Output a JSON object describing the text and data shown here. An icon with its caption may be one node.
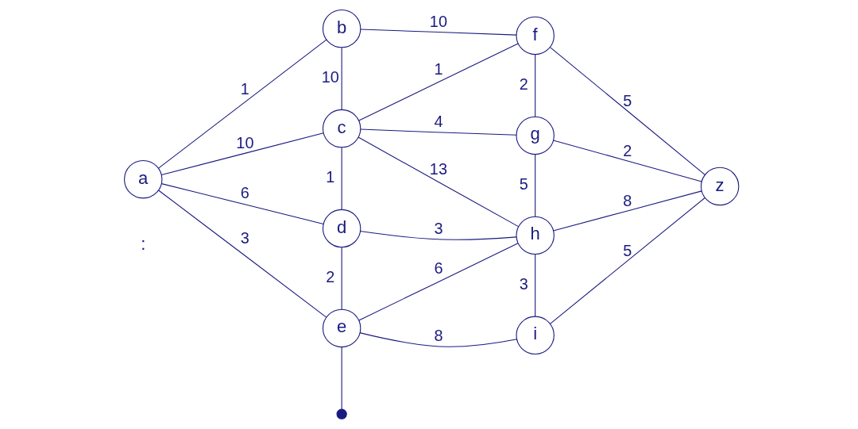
{
  "diagram": {
    "nodes": [
      {
        "text": [
          "a"
        ]
      },
      {
        "text": [
          "b"
        ]
      },
      {
        "text": [
          "c"
        ]
      },
      {
        "text": [
          "d"
        ]
      },
      {
        "text": [
          "e"
        ]
      },
      {
        "text": [
          "f"
        ]
      },
      {
        "text": [
          "g"
        ]
      },
      {
        "text": [
          "h"
        ]
      },
      {
        "text": [
          "i"
        ]
      },
      {
        "text": [
          "z"
        ]
      },
      {
        "text": [],
        "shape": "circle"
      }
    ],
    "edges": [
      {
        "from": 0,
        "to": 1,
        "arrow": "none",
        "label": "1"
      },
      {
        "from": 0,
        "to": 2,
        "arrow": "none",
        "label": "10"
      },
      {
        "from": 0,
        "to": 3,
        "arrow": "none",
        "label": "6"
      },
      {
        "from": 0,
        "to": 4,
        "arrow": "none",
        "label": "3"
      },
      {
        "from": 1,
        "to": 2,
        "arrow": "none",
        "label": "10"
      },
      {
        "from": 1,
        "to": 5,
        "arrow": "none",
        "label": "10"
      },
      {
        "from": 2,
        "to": 5,
        "arrow": "none",
        "label": "1"
      },
      {
        "from": 2,
        "to": 6,
        "arrow": "none",
        "label": "4"
      },
      {
        "from": 2,
        "to": 3,
        "arrow": "none",
        "label": "1"
      },
      {
        "from": 2,
        "to": 7,
        "arrow": "none",
        "label": "13"
      },
      {
        "from": 3,
        "to": 7,
        "arrow": "none",
        "label": "3"
      },
      {
        "from": 3,
        "to": 4,
        "arrow": "none",
        "label": "2"
      },
      {
        "from": 4,
        "to": 7,
        "arrow": "none",
        "label": "6"
      },
      {
        "from": 4,
        "to": 8,
        "arrow": "none",
        "label": "8"
      },
      {
        "from": 5,
        "to": 6,
        "arrow": "none",
        "label": "2"
      },
      {
        "from": 6,
        "to": 7,
        "arrow": "none",
        "label": "5"
      },
      {
        "from": 7,
        "to": 8,
        "arrow": "none",
        "label": "3"
      },
      {
        "from": 5,
        "to": 9,
        "arrow": "none",
        "label": "5"
      },
      {
        "from": 6,
        "to": 9,
        "arrow": "none",
        "label": "2"
      },
      {
        "from": 7,
        "to": 9,
        "arrow": "none",
        "label": "8"
      },
      {
        "from": 8,
        "to": 9,
        "arrow": "none",
        "label": "5"
      },
      {
        "from": 4,
        "to": 10,
        "arrow": "none"
      }
    ],
    "labels": [
      ":"
    ]
  }
}
